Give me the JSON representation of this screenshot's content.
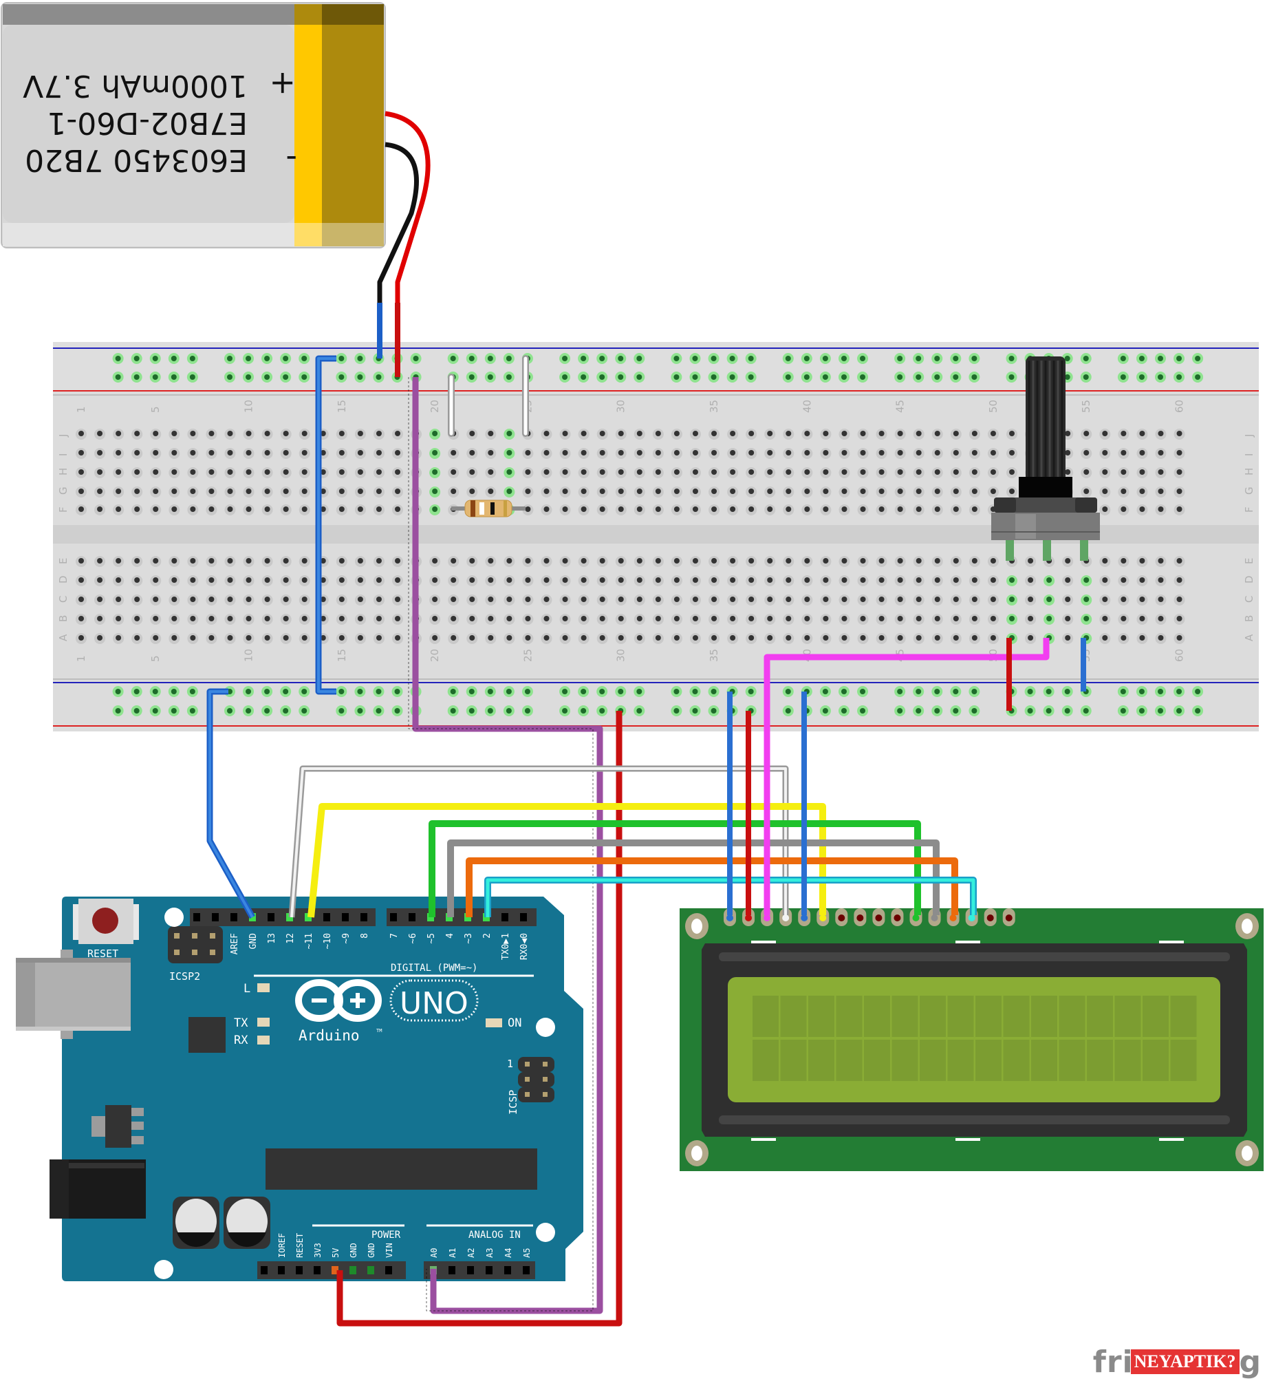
{
  "title": "Arduino UNO + 16x2 LCD + Li-Po battery breadboard wiring diagram",
  "battery": {
    "line1": "1000mAh 3.7V",
    "line2": "E7B02-D60-1",
    "line3": "E603450 7B20",
    "plus": "+",
    "minus": "-",
    "colors": {
      "body": "#d3d3d3",
      "band": "#ffc800",
      "tab": "#ad8a0d"
    }
  },
  "breadboard": {
    "columns": 60,
    "top_row_labels": [
      "J",
      "I",
      "H",
      "G",
      "F"
    ],
    "bottom_row_labels": [
      "E",
      "D",
      "C",
      "B",
      "A"
    ],
    "column_labels": [
      "1",
      "5",
      "10",
      "15",
      "20",
      "25",
      "30",
      "35",
      "40",
      "45",
      "50",
      "55",
      "60"
    ],
    "rail_colors": {
      "negative": "#2222bb",
      "positive": "#dd2222"
    }
  },
  "components": {
    "resistor": {
      "label": "resistor",
      "bands": [
        "#8b4513",
        "#ffffff",
        "#111111",
        "#c8a040"
      ]
    },
    "potentiometer": {
      "label": "potentiometer"
    }
  },
  "arduino": {
    "reset_label": "RESET",
    "icsp2_label": "ICSP2",
    "icsp_label": "ICSP",
    "icsp_pin1": "1",
    "digital_label": "DIGITAL (PWM=~)",
    "digital_pins": [
      "AREF",
      "GND",
      "13",
      "12",
      "~11",
      "~10",
      "~9",
      "8",
      "7",
      "~6",
      "~5",
      "4",
      "~3",
      "2",
      "TX0▶1",
      "RX0◀0"
    ],
    "led_l": "L",
    "led_tx": "TX",
    "led_rx": "RX",
    "led_on": "ON",
    "brand": "Arduino",
    "tm": "TM",
    "model": "UNO",
    "power_label": "POWER",
    "power_pins": [
      "IOREF",
      "RESET",
      "3V3",
      "5V",
      "GND",
      "GND",
      "VIN"
    ],
    "analog_label": "ANALOG IN",
    "analog_pins": [
      "A0",
      "A1",
      "A2",
      "A3",
      "A4",
      "A5"
    ],
    "board_color": "#147391"
  },
  "lcd": {
    "rows": 2,
    "cols": 16,
    "pin_count": 16,
    "pcb_color": "#237d34",
    "screen_color": "#8aad35"
  },
  "wires": [
    {
      "name": "battery-positive",
      "color": "#e00000",
      "from": "battery +",
      "to": "top positive rail"
    },
    {
      "name": "battery-negative",
      "color": "#111111",
      "from": "battery -",
      "to": "top negative rail"
    },
    {
      "name": "gnd-to-rail",
      "color": "#2a6fd1",
      "from": "Arduino GND",
      "to": "bottom negative rail"
    },
    {
      "name": "rail-to-rail-blue",
      "color": "#2a6fd1",
      "from": "top negative rail",
      "to": "bottom negative rail"
    },
    {
      "name": "a0-purple",
      "color": "#9b4fa0",
      "from": "Arduino A0",
      "to": "top positive rail"
    },
    {
      "name": "5v-red",
      "color": "#c80f0f",
      "from": "Arduino 5V",
      "to": "bottom positive rail"
    },
    {
      "name": "pin12-white",
      "color": "#f0f0f0",
      "from": "Arduino 12",
      "to": "LCD RS"
    },
    {
      "name": "pin11-yellow",
      "color": "#f5ee10",
      "from": "Arduino 11",
      "to": "LCD E"
    },
    {
      "name": "pin5-green",
      "color": "#1fc12c",
      "from": "Arduino 5",
      "to": "LCD D4"
    },
    {
      "name": "pin4-gray",
      "color": "#8c8c8c",
      "from": "Arduino 4",
      "to": "LCD D5"
    },
    {
      "name": "pin3-orange",
      "color": "#ec6a0c",
      "from": "Arduino 3",
      "to": "LCD D6"
    },
    {
      "name": "pin2-cyan",
      "color": "#34efdd",
      "from": "Arduino 2",
      "to": "LCD D7"
    },
    {
      "name": "pot-wiper-magenta",
      "color": "#f23ef0",
      "from": "Potentiometer wiper",
      "to": "LCD V0"
    }
  ],
  "watermark": {
    "prefix": "fri",
    "badge": "NEYAPTIK?",
    "suffix": "g"
  }
}
